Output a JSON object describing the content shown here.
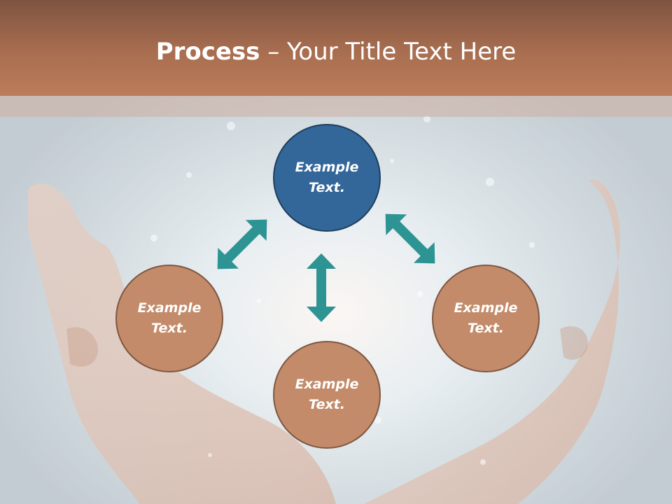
{
  "slide": {
    "title_bold": "Process",
    "title_rest": " – Your Title Text Here"
  },
  "diagram": {
    "nodes": [
      {
        "id": "top",
        "line1": "Example",
        "line2": "Text."
      },
      {
        "id": "left",
        "line1": "Example",
        "line2": "Text."
      },
      {
        "id": "right",
        "line1": "Example",
        "line2": "Text."
      },
      {
        "id": "bottom",
        "line1": "Example",
        "line2": "Text."
      }
    ]
  },
  "colors": {
    "header": "#a96e50",
    "node_brown": "#c38b6a",
    "node_blue": "#336699",
    "arrow": "#2e9393"
  }
}
